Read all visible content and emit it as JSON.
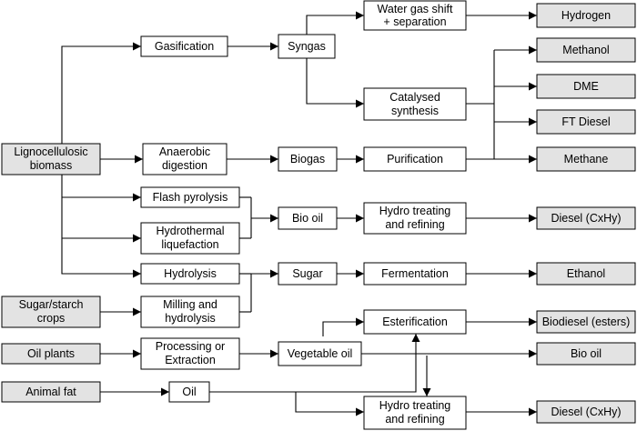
{
  "sources": {
    "lignocellulosic": [
      "Lignocellulosic",
      "biomass"
    ],
    "sugar_starch": [
      "Sugar/starch",
      "crops"
    ],
    "oil_plants": "Oil plants",
    "animal_fat": "Animal fat"
  },
  "processes": {
    "gasification": "Gasification",
    "syngas": "Syngas",
    "water_gas_shift": [
      "Water gas shift",
      "+ separation"
    ],
    "catalysed_synthesis": [
      "Catalysed",
      "synthesis"
    ],
    "anaerobic_digestion": [
      "Anaerobic",
      "digestion"
    ],
    "biogas": "Biogas",
    "purification": "Purification",
    "flash_pyrolysis": "Flash pyrolysis",
    "hydrothermal_liquefaction": [
      "Hydrothermal",
      "liquefaction"
    ],
    "bio_oil_intermediate": "Bio oil",
    "hydro_treating_1": [
      "Hydro treating",
      "and refining"
    ],
    "hydrolysis": "Hydrolysis",
    "milling_hydrolysis": [
      "Milling and",
      "hydrolysis"
    ],
    "sugar": "Sugar",
    "fermentation": "Fermentation",
    "processing_extraction": [
      "Processing or",
      "Extraction"
    ],
    "vegetable_oil": "Vegetable oil",
    "esterification": "Esterification",
    "oil": "Oil",
    "hydro_treating_2": [
      "Hydro treating",
      "and refining"
    ]
  },
  "products": {
    "hydrogen": "Hydrogen",
    "methanol": "Methanol",
    "dme": "DME",
    "ft_diesel": "FT Diesel",
    "methane": "Methane",
    "diesel_1": "Diesel (CxHy)",
    "ethanol": "Ethanol",
    "biodiesel": "Biodiesel (esters)",
    "bio_oil_product": "Bio oil",
    "diesel_2": "Diesel (CxHy)"
  }
}
